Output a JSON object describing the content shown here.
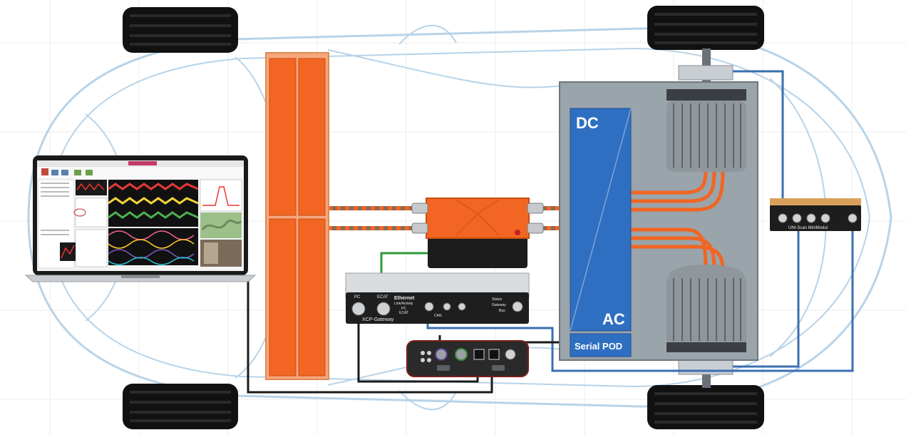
{
  "diagram": {
    "inverter": {
      "top_label": "DC",
      "bottom_label": "AC"
    },
    "serial_pod_label": "Serial POD",
    "xcp_gateway": {
      "brand": "Ethernet",
      "name": "XCP-Gateway",
      "port_labels": [
        "PC",
        "ECAT",
        "Link/Activity",
        "PC",
        "ECAT",
        "CAN",
        "Status",
        "Gateway",
        "Bus"
      ]
    },
    "minimodul": {
      "name": "UNI-Scan MiniModul"
    },
    "laptop_screen": {
      "title": "Software"
    }
  },
  "colors": {
    "battery": "#f26522",
    "inverter_housing": "#9aa4ab",
    "inverter_panel": "#2f6fc1",
    "hv_cable": "#f26522",
    "signal_cable_blue": "#3a6fb0",
    "signal_cable_black": "#1a1a1a",
    "ethernet_green": "#2f9a3a",
    "car_outline": "#b7d3e8"
  }
}
